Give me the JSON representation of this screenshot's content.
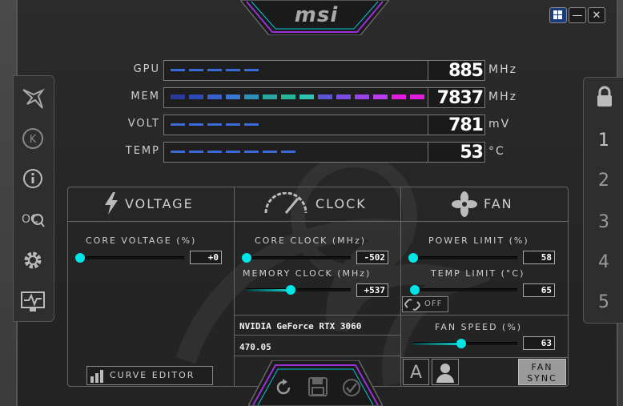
{
  "window": {
    "brand": "msi",
    "buttons": {
      "windows": "⊞",
      "minimize": "—",
      "close": "✕"
    }
  },
  "monitor": [
    {
      "label": "GPU",
      "value": "885",
      "unit": "MHz",
      "level": 0.35,
      "color_mode": "blue"
    },
    {
      "label": "MEM",
      "value": "7837",
      "unit": "MHz",
      "level": 0.98,
      "color_mode": "rainbow"
    },
    {
      "label": "VOLT",
      "value": "781",
      "unit": "mV",
      "level": 0.38,
      "color_mode": "blue"
    },
    {
      "label": "TEMP",
      "value": "53",
      "unit": "°C",
      "level": 0.52,
      "color_mode": "blue"
    }
  ],
  "voltage": {
    "title": "VOLTAGE",
    "core_voltage_label": "CORE VOLTAGE  (%)",
    "core_voltage_value": "+0",
    "core_voltage_level": 0.0,
    "curve_editor_label": "CURVE EDITOR"
  },
  "clock": {
    "title": "CLOCK",
    "core_clock_label": "CORE CLOCK (MHz)",
    "core_clock_value": "-502",
    "core_clock_level": 0.0,
    "memory_clock_label": "MEMORY CLOCK (MHz)",
    "memory_clock_value": "+537",
    "memory_clock_level": 0.42,
    "gpu_name": "NVIDIA GeForce RTX 3060",
    "driver_version": "470.05"
  },
  "fan": {
    "title": "FAN",
    "power_limit_label": "POWER LIMIT (%)",
    "power_limit_value": "58",
    "power_limit_level": 0.0,
    "temp_limit_label": "TEMP LIMIT (°C)",
    "temp_limit_value": "65",
    "temp_limit_level": 0.0,
    "link_state": "OFF",
    "fan_speed_label": "FAN SPEED (%)",
    "fan_speed_value": "63",
    "fan_speed_level": 0.46,
    "auto_label": "A",
    "fan_sync_line1": "FAN",
    "fan_sync_line2": "SYNC"
  },
  "profiles": [
    "1",
    "2",
    "3",
    "4",
    "5"
  ]
}
